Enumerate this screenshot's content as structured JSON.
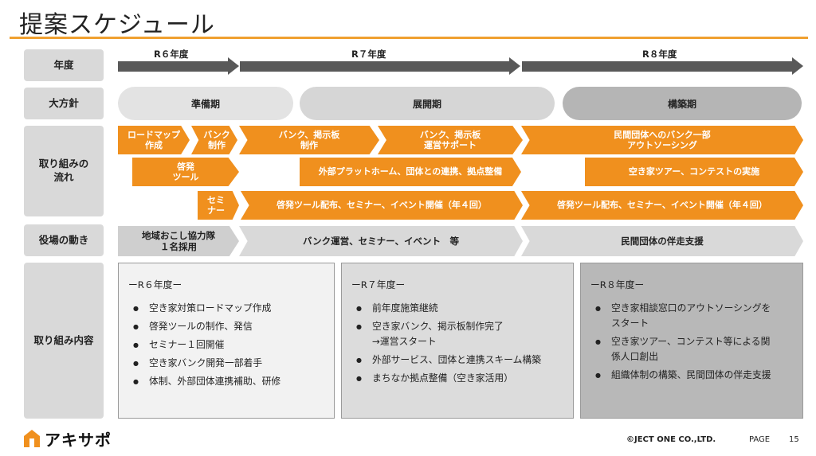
{
  "title": "提案スケジュール",
  "rows": {
    "year": "年度",
    "policy": "大方針",
    "flow": "取り組みの\n流れ",
    "office": "役場の動き",
    "contents": "取り組み内容"
  },
  "years": [
    "R６年度",
    "R７年度",
    "R８年度"
  ],
  "phases": [
    "準備期",
    "展開期",
    "構築期"
  ],
  "flow_row1": [
    "ロードマップ\n作成",
    "バンク\n制作",
    "バンク、掲示板\n制作",
    "バンク、掲示板\n運営サポート",
    "民間団体へのバンク一部\nアウトソーシング"
  ],
  "flow_row2": [
    "啓発\nツール",
    "外部プラットホーム、団体との連携、拠点整備",
    "空き家ツアー、コンテストの実施"
  ],
  "flow_row3": [
    "セミ\nナー",
    "啓発ツール配布、セミナー、イベント開催（年４回）",
    "啓発ツール配布、セミナー、イベント開催（年４回）"
  ],
  "office": [
    "地域おこし協力隊\n１名採用",
    "バンク運営、セミナー、イベント　等",
    "民間団体の伴走支援"
  ],
  "contents": [
    {
      "heading": "ーR６年度ー",
      "items": [
        "空き家対策ロードマップ作成",
        "啓発ツールの制作、発信",
        "セミナー１回開催",
        "空き家バンク開発一部着手",
        "体制、外部団体連携補助、研修"
      ]
    },
    {
      "heading": "ーR７年度ー",
      "items": [
        "前年度施策継続",
        "空き家バンク、掲示板制作完了\n→運営スタート",
        "外部サービス、団体と連携スキーム構築",
        "まちなか拠点整備（空き家活用）"
      ]
    },
    {
      "heading": "ーR８年度ー",
      "items": [
        "空き家相談窓口のアウトソーシングを\nスタート",
        "空き家ツアー、コンテスト等による関\n係人口創出",
        "組織体制の構築、民間団体の伴走支援"
      ]
    }
  ],
  "footer": {
    "logo": "アキサポ",
    "company": "©JECT ONE CO.,LTD.",
    "page_label": "PAGE",
    "page_number": "15"
  },
  "colors": {
    "accent": "#f0901e",
    "title_line": "#f0a030",
    "dark": "#595959",
    "gray_light": "#e3e3e3",
    "gray_mid": "#d3d3d3",
    "gray_dark": "#b5b5b5"
  }
}
